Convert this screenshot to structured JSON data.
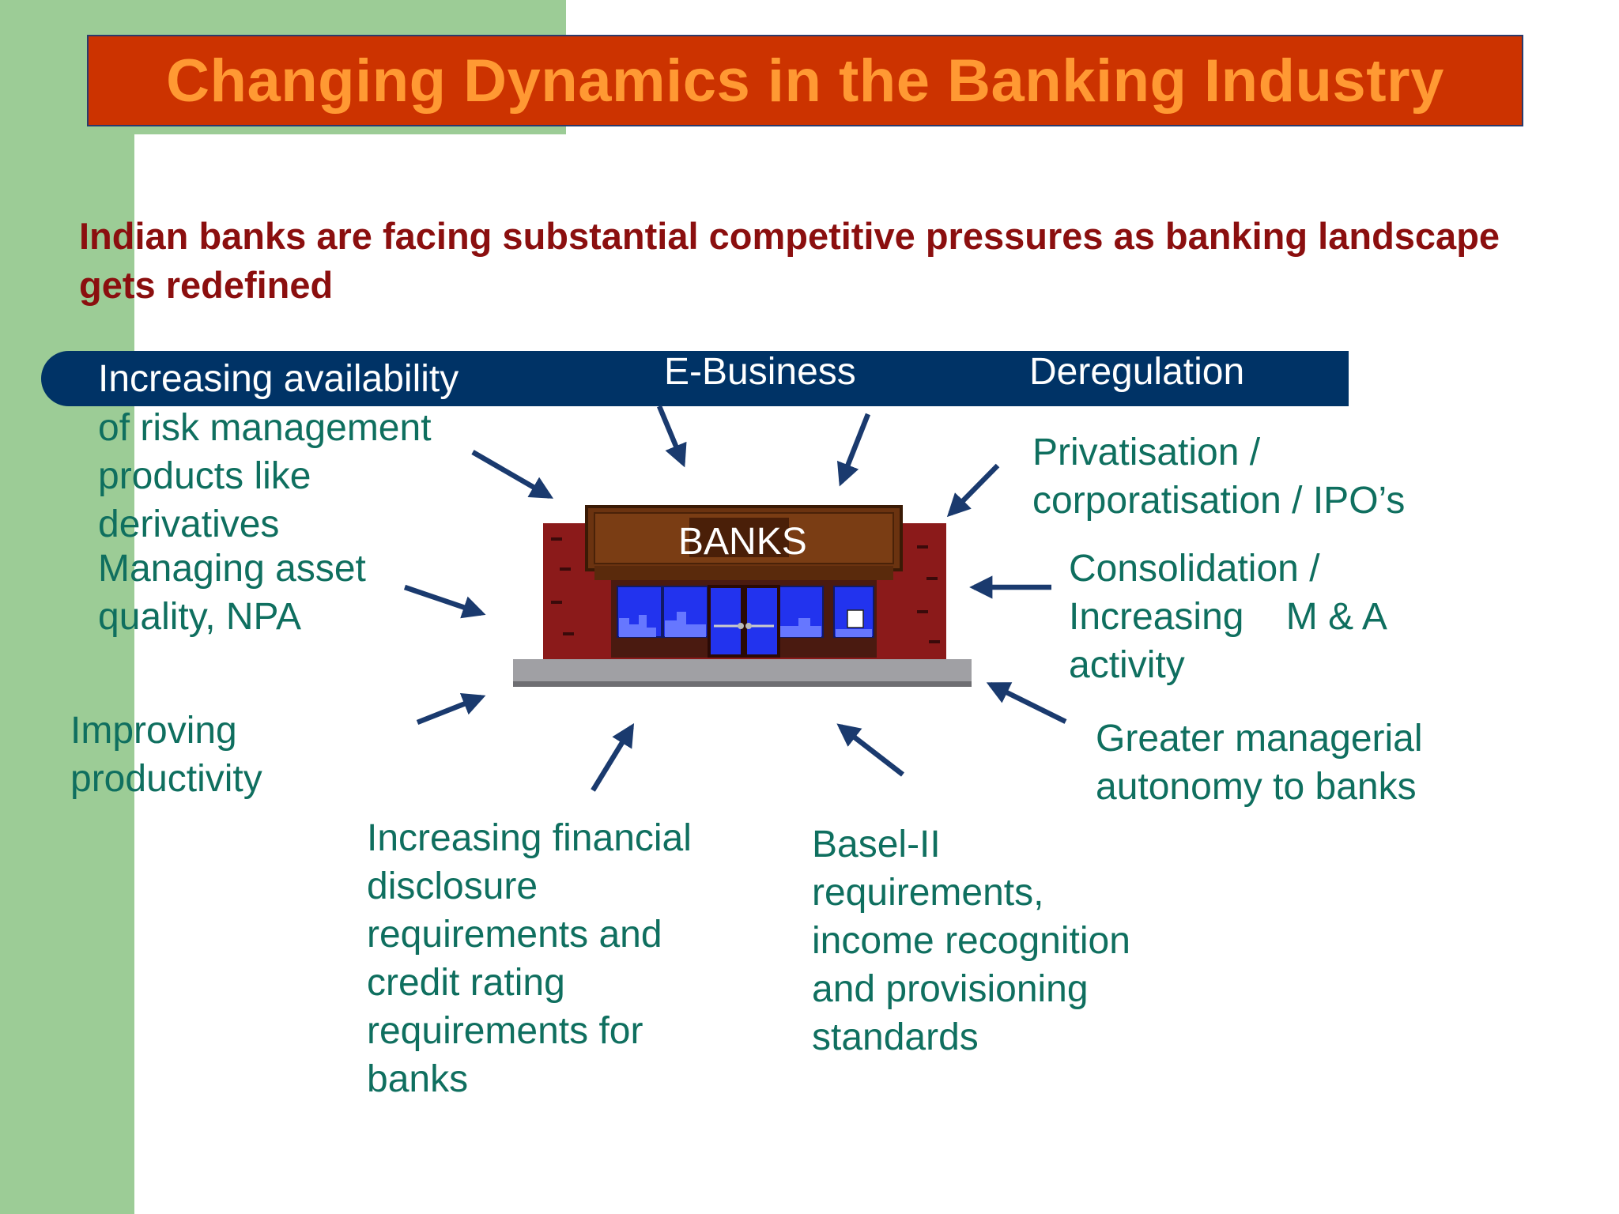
{
  "slide": {
    "title": "Changing Dynamics in the Banking Industry",
    "subtitle": "Indian banks are facing substantial competitive pressures as banking landscape gets redefined"
  },
  "banner": {
    "left_label": "Increasing availability",
    "center_label": "E-Business",
    "right_label": "Deregulation"
  },
  "center": {
    "label": "BANKS"
  },
  "factors": {
    "risk_management": [
      "of risk management",
      "products like",
      "derivatives"
    ],
    "asset_quality": [
      "Managing asset",
      "quality, NPA"
    ],
    "productivity": [
      "Improving",
      "productivity"
    ],
    "disclosure": [
      "Increasing financial",
      "disclosure",
      "requirements and",
      "credit rating",
      "requirements for",
      "banks"
    ],
    "basel": [
      "Basel-II",
      "requirements,",
      "income recognition",
      "and provisioning",
      "standards"
    ],
    "privatisation": [
      "Privatisation /",
      "corporatisation / IPO’s"
    ],
    "consolidation": [
      "Consolidation /",
      "Increasing    M & A",
      "activity"
    ],
    "autonomy": [
      "Greater managerial",
      "autonomy to banks"
    ]
  },
  "colors": {
    "title_bar": "#cc3300",
    "title_text": "#ff9933",
    "subtitle_text": "#8b0f0f",
    "banner": "#003366",
    "factor_text": "#0f6f5f",
    "arrow": "#1a3a6e",
    "side_green": "#9ccc96"
  }
}
